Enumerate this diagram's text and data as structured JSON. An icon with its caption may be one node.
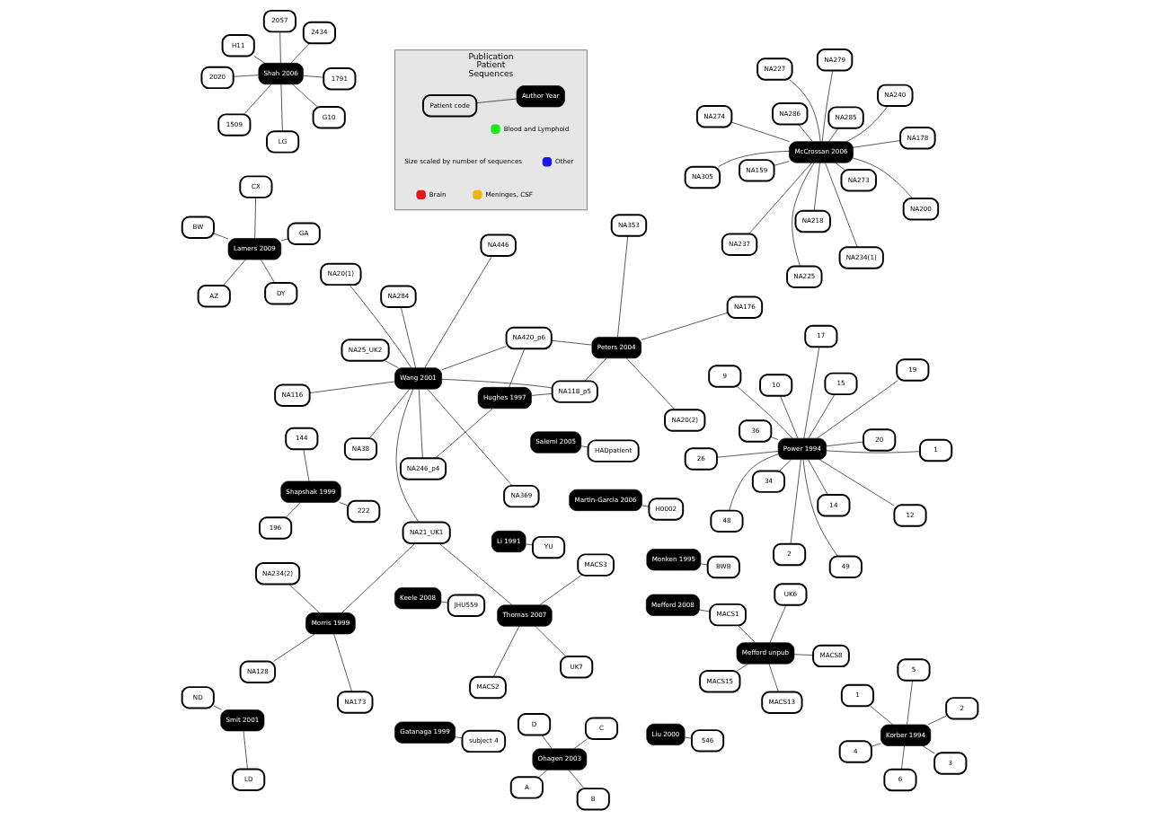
{
  "diagram": {
    "nodes": [
      {
        "text": [
          "AZ"
        ]
      },
      {
        "text": [
          "DY"
        ]
      },
      {
        "text": [
          "Lamers 2009"
        ]
      },
      {
        "text": [
          "CX"
        ]
      },
      {
        "text": [
          "GA"
        ]
      },
      {
        "text": [
          "BW"
        ]
      },
      {
        "text": [
          "48"
        ]
      },
      {
        "text": [
          "1"
        ]
      },
      {
        "text": [
          "2"
        ]
      },
      {
        "text": [
          "9"
        ]
      },
      {
        "text": [
          "10"
        ]
      },
      {
        "text": [
          "36"
        ]
      },
      {
        "text": [
          "Power 1994"
        ]
      },
      {
        "text": [
          "12"
        ]
      },
      {
        "text": [
          "34"
        ]
      },
      {
        "text": [
          "49"
        ]
      },
      {
        "text": [
          "14"
        ]
      },
      {
        "text": [
          "26"
        ]
      },
      {
        "text": [
          "20"
        ]
      },
      {
        "text": [
          "19"
        ]
      },
      {
        "text": [
          "17"
        ]
      },
      {
        "text": [
          "15"
        ]
      },
      {
        "text": [
          "196"
        ]
      },
      {
        "text": [
          "222"
        ]
      },
      {
        "text": [
          "Shapshak 1999"
        ]
      },
      {
        "text": [
          "144"
        ]
      },
      {
        "text": [
          "NA305"
        ]
      },
      {
        "text": [
          "NA240"
        ]
      },
      {
        "text": [
          "NA225"
        ]
      },
      {
        "text": [
          "NA286"
        ]
      },
      {
        "text": [
          "NA285"
        ]
      },
      {
        "text": [
          "McCrossan 2006"
        ]
      },
      {
        "text": [
          "NA237"
        ]
      },
      {
        "text": [
          "NA273"
        ]
      },
      {
        "text": [
          "NA159"
        ]
      },
      {
        "text": [
          "NA234(1)"
        ]
      },
      {
        "text": [
          "NA218"
        ]
      },
      {
        "text": [
          "NA274"
        ]
      },
      {
        "text": [
          "NA200"
        ]
      },
      {
        "text": [
          "NA279"
        ]
      },
      {
        "text": [
          "NA227"
        ]
      },
      {
        "text": [
          "NA178"
        ]
      },
      {
        "text": [
          "MACS2"
        ]
      },
      {
        "text": [
          "MACS3"
        ]
      },
      {
        "text": [
          "UK7"
        ]
      },
      {
        "text": [
          "NA246_p4"
        ]
      },
      {
        "text": [
          "Thomas 2007"
        ]
      },
      {
        "text": [
          "Hughes 1997"
        ]
      },
      {
        "text": [
          "NA173"
        ]
      },
      {
        "text": [
          "A"
        ]
      },
      {
        "text": [
          "B"
        ]
      },
      {
        "text": [
          "Ohagen 2003"
        ]
      },
      {
        "text": [
          "Mefford 2008"
        ]
      },
      {
        "text": [
          "MACS8"
        ]
      },
      {
        "text": [
          "NA20(2)"
        ]
      },
      {
        "text": [
          "NA118_p5"
        ]
      },
      {
        "text": [
          "NA21_UK1"
        ]
      },
      {
        "text": [
          "Morris 1999"
        ]
      },
      {
        "text": [
          "NA128"
        ]
      },
      {
        "text": [
          "D"
        ]
      },
      {
        "text": [
          "C"
        ]
      },
      {
        "text": [
          "MACS13"
        ]
      },
      {
        "text": [
          "Peters 2004"
        ]
      },
      {
        "text": [
          "NA176"
        ]
      },
      {
        "text": [
          "MACS1"
        ]
      },
      {
        "text": [
          "Mefford unpub"
        ]
      },
      {
        "text": [
          "NA420_p6"
        ]
      },
      {
        "text": [
          "Wang 2001"
        ]
      },
      {
        "text": [
          "NA369"
        ]
      },
      {
        "text": [
          "NA353"
        ]
      },
      {
        "text": [
          "UK6"
        ]
      },
      {
        "text": [
          "NA234(2)"
        ]
      },
      {
        "text": [
          "H11"
        ]
      },
      {
        "text": [
          "1791"
        ]
      },
      {
        "text": [
          "LG"
        ]
      },
      {
        "text": [
          "MACS15"
        ]
      },
      {
        "text": [
          "NA20(1)"
        ]
      },
      {
        "text": [
          "NA38"
        ]
      },
      {
        "text": [
          "2057"
        ]
      },
      {
        "text": [
          "Shah 2006"
        ]
      },
      {
        "text": [
          "2434"
        ]
      },
      {
        "text": [
          "ND"
        ]
      },
      {
        "text": [
          "NA116"
        ]
      },
      {
        "text": [
          "2020"
        ]
      },
      {
        "text": [
          "G10"
        ]
      },
      {
        "text": [
          "1509"
        ]
      },
      {
        "text": [
          "Smit 2001"
        ]
      },
      {
        "text": [
          "NA25_UK2"
        ]
      },
      {
        "text": [
          "NA446"
        ]
      },
      {
        "text": [
          "NA284"
        ]
      },
      {
        "text": [
          "LD"
        ]
      },
      {
        "text": [
          "1"
        ]
      },
      {
        "text": [
          "2"
        ]
      },
      {
        "text": [
          "6"
        ]
      },
      {
        "text": [
          "Korber 1994"
        ]
      },
      {
        "text": [
          "3"
        ]
      },
      {
        "text": [
          "5"
        ]
      },
      {
        "text": [
          "4"
        ]
      },
      {
        "text": [
          "Salemi 2005"
        ]
      },
      {
        "text": [
          "Keele 2008"
        ]
      },
      {
        "text": [
          "Monken 1995"
        ]
      },
      {
        "text": [
          "Liu 2000"
        ]
      },
      {
        "text": [
          "Gatanaga 1999"
        ]
      },
      {
        "text": [
          "Martin-Garcia 2006"
        ]
      },
      {
        "text": [
          "Li 1991"
        ]
      },
      {
        "text": [
          "HADpatient"
        ]
      },
      {
        "text": [
          "JHU559"
        ]
      },
      {
        "text": [
          "BWB"
        ]
      },
      {
        "text": [
          "546"
        ]
      },
      {
        "text": [
          "subject 4"
        ]
      },
      {
        "text": [
          "H0002"
        ]
      },
      {
        "text": [
          "YU"
        ]
      },
      {
        "text": [
          "Publication",
          "Patient",
          "Sequences"
        ]
      },
      {
        "text": [
          "Author Year"
        ],
        "in": 112
      },
      {
        "text": [
          "Patient code"
        ],
        "in": 112
      }
    ],
    "edges": [
      {
        "from": 2,
        "to": 0,
        "arrow": "none"
      },
      {
        "from": 2,
        "to": 1,
        "arrow": "none"
      },
      {
        "from": 2,
        "to": 3,
        "arrow": "none"
      },
      {
        "from": 2,
        "to": 4,
        "arrow": "none"
      },
      {
        "from": 2,
        "to": 5,
        "arrow": "none"
      },
      {
        "from": 12,
        "to": 6,
        "arrow": "none"
      },
      {
        "from": 12,
        "to": 7,
        "arrow": "none"
      },
      {
        "from": 12,
        "to": 8,
        "arrow": "none"
      },
      {
        "from": 12,
        "to": 9,
        "arrow": "none"
      },
      {
        "from": 12,
        "to": 10,
        "arrow": "none"
      },
      {
        "from": 12,
        "to": 11,
        "arrow": "none"
      },
      {
        "from": 12,
        "to": 13,
        "arrow": "none"
      },
      {
        "from": 12,
        "to": 14,
        "arrow": "none"
      },
      {
        "from": 12,
        "to": 15,
        "arrow": "none"
      },
      {
        "from": 12,
        "to": 16,
        "arrow": "none"
      },
      {
        "from": 12,
        "to": 17,
        "arrow": "none"
      },
      {
        "from": 12,
        "to": 18,
        "arrow": "none"
      },
      {
        "from": 12,
        "to": 19,
        "arrow": "none"
      },
      {
        "from": 12,
        "to": 20,
        "arrow": "none"
      },
      {
        "from": 12,
        "to": 21,
        "arrow": "none"
      },
      {
        "from": 24,
        "to": 22,
        "arrow": "none"
      },
      {
        "from": 24,
        "to": 23,
        "arrow": "none"
      },
      {
        "from": 24,
        "to": 25,
        "arrow": "none"
      },
      {
        "from": 31,
        "to": 26,
        "arrow": "none"
      },
      {
        "from": 31,
        "to": 27,
        "arrow": "none"
      },
      {
        "from": 31,
        "to": 28,
        "arrow": "none"
      },
      {
        "from": 31,
        "to": 29,
        "arrow": "none"
      },
      {
        "from": 31,
        "to": 30,
        "arrow": "none"
      },
      {
        "from": 31,
        "to": 32,
        "arrow": "none"
      },
      {
        "from": 31,
        "to": 33,
        "arrow": "none"
      },
      {
        "from": 31,
        "to": 34,
        "arrow": "none"
      },
      {
        "from": 31,
        "to": 35,
        "arrow": "none"
      },
      {
        "from": 31,
        "to": 36,
        "arrow": "none"
      },
      {
        "from": 31,
        "to": 37,
        "arrow": "none"
      },
      {
        "from": 31,
        "to": 38,
        "arrow": "none"
      },
      {
        "from": 31,
        "to": 39,
        "arrow": "none"
      },
      {
        "from": 31,
        "to": 40,
        "arrow": "none"
      },
      {
        "from": 31,
        "to": 41,
        "arrow": "none"
      },
      {
        "from": 46,
        "to": 42,
        "arrow": "none"
      },
      {
        "from": 46,
        "to": 43,
        "arrow": "none"
      },
      {
        "from": 46,
        "to": 44,
        "arrow": "none"
      },
      {
        "from": 46,
        "to": 56,
        "arrow": "none"
      },
      {
        "from": 47,
        "to": 45,
        "arrow": "none"
      },
      {
        "from": 47,
        "to": 55,
        "arrow": "none"
      },
      {
        "from": 47,
        "to": 66,
        "arrow": "none"
      },
      {
        "from": 67,
        "to": 45,
        "arrow": "none"
      },
      {
        "from": 67,
        "to": 55,
        "arrow": "none"
      },
      {
        "from": 67,
        "to": 66,
        "arrow": "none"
      },
      {
        "from": 67,
        "to": 56,
        "arrow": "none"
      },
      {
        "from": 67,
        "to": 68,
        "arrow": "none"
      },
      {
        "from": 67,
        "to": 76,
        "arrow": "none"
      },
      {
        "from": 67,
        "to": 87,
        "arrow": "none"
      },
      {
        "from": 67,
        "to": 77,
        "arrow": "none"
      },
      {
        "from": 67,
        "to": 82,
        "arrow": "none"
      },
      {
        "from": 67,
        "to": 88,
        "arrow": "none"
      },
      {
        "from": 67,
        "to": 89,
        "arrow": "none"
      },
      {
        "from": 62,
        "to": 54,
        "arrow": "none"
      },
      {
        "from": 62,
        "to": 63,
        "arrow": "none"
      },
      {
        "from": 62,
        "to": 69,
        "arrow": "none"
      },
      {
        "from": 62,
        "to": 55,
        "arrow": "none"
      },
      {
        "from": 62,
        "to": 66,
        "arrow": "none"
      },
      {
        "from": 57,
        "to": 56,
        "arrow": "none"
      },
      {
        "from": 57,
        "to": 48,
        "arrow": "none"
      },
      {
        "from": 57,
        "to": 58,
        "arrow": "none"
      },
      {
        "from": 57,
        "to": 71,
        "arrow": "none"
      },
      {
        "from": 51,
        "to": 49,
        "arrow": "none"
      },
      {
        "from": 51,
        "to": 50,
        "arrow": "none"
      },
      {
        "from": 51,
        "to": 59,
        "arrow": "none"
      },
      {
        "from": 51,
        "to": 60,
        "arrow": "none"
      },
      {
        "from": 52,
        "to": 64,
        "arrow": "none"
      },
      {
        "from": 65,
        "to": 64,
        "arrow": "none"
      },
      {
        "from": 65,
        "to": 53,
        "arrow": "none"
      },
      {
        "from": 65,
        "to": 61,
        "arrow": "none"
      },
      {
        "from": 65,
        "to": 70,
        "arrow": "none"
      },
      {
        "from": 65,
        "to": 75,
        "arrow": "none"
      },
      {
        "from": 79,
        "to": 73,
        "arrow": "none"
      },
      {
        "from": 79,
        "to": 72,
        "arrow": "none"
      },
      {
        "from": 79,
        "to": 74,
        "arrow": "none"
      },
      {
        "from": 79,
        "to": 78,
        "arrow": "none"
      },
      {
        "from": 79,
        "to": 80,
        "arrow": "none"
      },
      {
        "from": 79,
        "to": 83,
        "arrow": "none"
      },
      {
        "from": 79,
        "to": 84,
        "arrow": "none"
      },
      {
        "from": 79,
        "to": 85,
        "arrow": "none"
      },
      {
        "from": 86,
        "to": 81,
        "arrow": "none"
      },
      {
        "from": 86,
        "to": 90,
        "arrow": "none"
      },
      {
        "from": 94,
        "to": 91,
        "arrow": "none"
      },
      {
        "from": 94,
        "to": 92,
        "arrow": "none"
      },
      {
        "from": 94,
        "to": 93,
        "arrow": "none"
      },
      {
        "from": 94,
        "to": 95,
        "arrow": "none"
      },
      {
        "from": 94,
        "to": 96,
        "arrow": "none"
      },
      {
        "from": 94,
        "to": 97,
        "arrow": "none"
      },
      {
        "from": 98,
        "to": 105,
        "arrow": "none"
      },
      {
        "from": 99,
        "to": 106,
        "arrow": "none"
      },
      {
        "from": 100,
        "to": 107,
        "arrow": "none"
      },
      {
        "from": 101,
        "to": 108,
        "arrow": "none"
      },
      {
        "from": 102,
        "to": 109,
        "arrow": "none"
      },
      {
        "from": 103,
        "to": 110,
        "arrow": "none"
      },
      {
        "from": 104,
        "to": 111,
        "arrow": "none"
      },
      {
        "from": 113,
        "to": 114,
        "arrow": "none"
      }
    ],
    "labels": [
      "Size scaled by number of sequences"
    ],
    "legend": [
      {
        "text": "Brain",
        "color": "#e8141a"
      },
      {
        "text": "Meninges, CSF",
        "color": "#e8b814"
      },
      {
        "text": "Blood and Lymphoid",
        "color": "#1ee81e"
      },
      {
        "text": "Other",
        "color": "#1a1ae8"
      }
    ]
  }
}
